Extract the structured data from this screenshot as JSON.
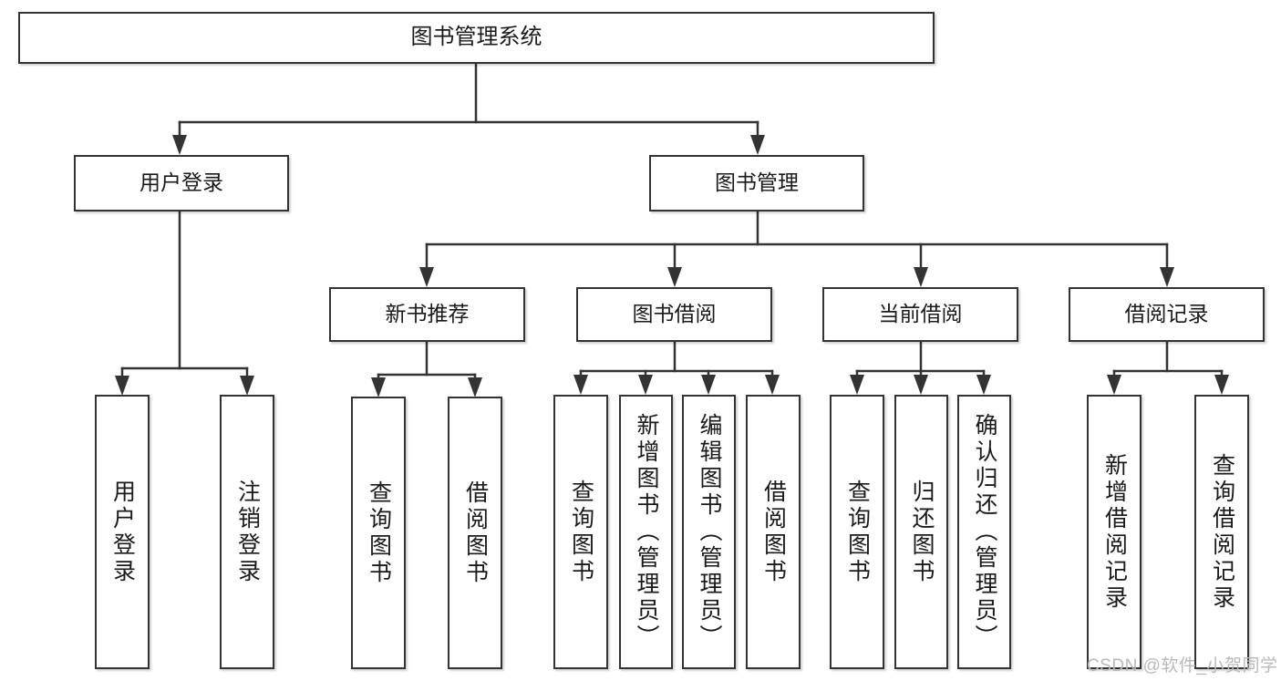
{
  "diagram": {
    "type": "tree",
    "title": "图书管理系统",
    "root": {
      "id": "root",
      "label": "图书管理系统"
    },
    "level2": [
      {
        "id": "user-login",
        "label": "用户登录"
      },
      {
        "id": "book-manage",
        "label": "图书管理"
      }
    ],
    "level3": [
      {
        "id": "new-book-recommend",
        "label": "新书推荐"
      },
      {
        "id": "book-borrow",
        "label": "图书借阅"
      },
      {
        "id": "current-borrow",
        "label": "当前借阅"
      },
      {
        "id": "borrow-record",
        "label": "借阅记录"
      }
    ],
    "leaves": [
      {
        "id": "leaf-user-login",
        "label": "用户登录",
        "parent": "user-login"
      },
      {
        "id": "leaf-logout",
        "label": "注销登录",
        "parent": "user-login"
      },
      {
        "id": "leaf-query-book-1",
        "label": "查询图书",
        "parent": "new-book-recommend"
      },
      {
        "id": "leaf-borrow-book-1",
        "label": "借阅图书",
        "parent": "new-book-recommend"
      },
      {
        "id": "leaf-query-book-2",
        "label": "查询图书",
        "parent": "book-borrow"
      },
      {
        "id": "leaf-add-book",
        "label": "新增图书（管理员）",
        "parent": "book-borrow"
      },
      {
        "id": "leaf-edit-book",
        "label": "编辑图书（管理员）",
        "parent": "book-borrow"
      },
      {
        "id": "leaf-borrow-book-2",
        "label": "借阅图书",
        "parent": "book-borrow"
      },
      {
        "id": "leaf-query-book-3",
        "label": "查询图书",
        "parent": "current-borrow"
      },
      {
        "id": "leaf-return-book",
        "label": "归还图书",
        "parent": "current-borrow"
      },
      {
        "id": "leaf-confirm-return",
        "label": "确认归还（管理员）",
        "parent": "current-borrow"
      },
      {
        "id": "leaf-add-record",
        "label": "新增借阅记录",
        "parent": "borrow-record"
      },
      {
        "id": "leaf-query-record",
        "label": "查询借阅记录",
        "parent": "borrow-record"
      }
    ],
    "colors": {
      "border": "#333333",
      "text": "#1a1a1a",
      "background": "#ffffff",
      "watermark": "#b9b9b9"
    }
  },
  "watermark": {
    "text": "CSDN @软件_小贺同学"
  }
}
